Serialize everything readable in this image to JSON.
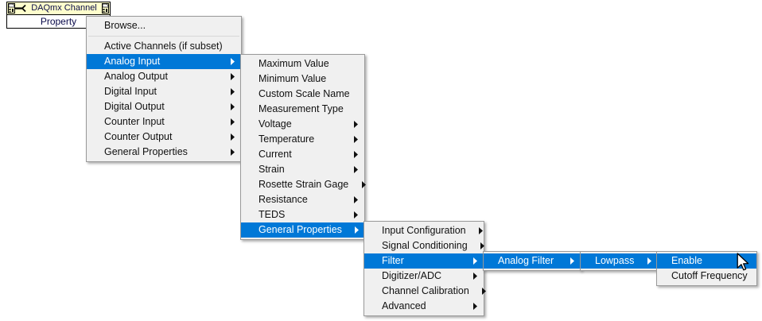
{
  "node": {
    "title": "DAQmx Channel",
    "property_label": "Property",
    "left_terminal_icon": "terminal-icon",
    "wire_icon": "wire-icon",
    "right_terminal_icon": "terminal-icon",
    "title_bg": "#ffffcc",
    "title_color": "#0a0a4a"
  },
  "colors": {
    "menu_bg": "#f0f0f0",
    "menu_border": "#9a9a9a",
    "highlight": "#0078d7",
    "highlight_text": "#ffffff",
    "text": "#101010",
    "separator": "#d7d7d7"
  },
  "menus": {
    "root": {
      "name": "property-root-menu",
      "items": [
        {
          "label": "Browse...",
          "submenu": false,
          "selected": false
        },
        {
          "separator": true
        },
        {
          "label": "Active Channels (if subset)",
          "submenu": false,
          "selected": false
        },
        {
          "label": "Analog Input",
          "submenu": true,
          "selected": true
        },
        {
          "label": "Analog Output",
          "submenu": true,
          "selected": false
        },
        {
          "label": "Digital Input",
          "submenu": true,
          "selected": false
        },
        {
          "label": "Digital Output",
          "submenu": true,
          "selected": false
        },
        {
          "label": "Counter Input",
          "submenu": true,
          "selected": false
        },
        {
          "label": "Counter Output",
          "submenu": true,
          "selected": false
        },
        {
          "label": "General Properties",
          "submenu": true,
          "selected": false
        }
      ]
    },
    "analog_input": {
      "name": "analog-input-submenu",
      "items": [
        {
          "label": "Maximum Value",
          "submenu": false,
          "selected": false
        },
        {
          "label": "Minimum Value",
          "submenu": false,
          "selected": false
        },
        {
          "label": "Custom Scale Name",
          "submenu": false,
          "selected": false
        },
        {
          "label": "Measurement Type",
          "submenu": false,
          "selected": false
        },
        {
          "label": "Voltage",
          "submenu": true,
          "selected": false
        },
        {
          "label": "Temperature",
          "submenu": true,
          "selected": false
        },
        {
          "label": "Current",
          "submenu": true,
          "selected": false
        },
        {
          "label": "Strain",
          "submenu": true,
          "selected": false
        },
        {
          "label": "Rosette Strain Gage",
          "submenu": true,
          "selected": false
        },
        {
          "label": "Resistance",
          "submenu": true,
          "selected": false
        },
        {
          "label": "TEDS",
          "submenu": true,
          "selected": false
        },
        {
          "label": "General Properties",
          "submenu": true,
          "selected": true
        }
      ]
    },
    "general_properties": {
      "name": "general-properties-submenu",
      "items": [
        {
          "label": "Input Configuration",
          "submenu": true,
          "selected": false
        },
        {
          "label": "Signal Conditioning",
          "submenu": true,
          "selected": false
        },
        {
          "label": "Filter",
          "submenu": true,
          "selected": true
        },
        {
          "label": "Digitizer/ADC",
          "submenu": true,
          "selected": false
        },
        {
          "label": "Channel Calibration",
          "submenu": true,
          "selected": false
        },
        {
          "label": "Advanced",
          "submenu": true,
          "selected": false
        }
      ]
    },
    "filter": {
      "name": "filter-submenu",
      "items": [
        {
          "label": "Analog Filter",
          "submenu": true,
          "selected": true
        }
      ]
    },
    "analog_filter": {
      "name": "analog-filter-submenu",
      "items": [
        {
          "label": "Lowpass",
          "submenu": true,
          "selected": true
        }
      ]
    },
    "lowpass": {
      "name": "lowpass-submenu",
      "items": [
        {
          "label": "Enable",
          "submenu": false,
          "selected": true
        },
        {
          "label": "Cutoff Frequency",
          "submenu": false,
          "selected": false
        }
      ]
    }
  },
  "cursor": {
    "icon": "mouse-pointer-icon"
  }
}
